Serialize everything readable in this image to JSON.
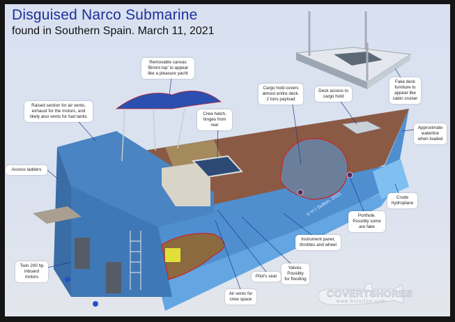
{
  "title": "Disguised Narco Submarine",
  "subtitle": "found in Southern Spain. March 11, 2021",
  "labels": {
    "canvas_top": "Removable canvas 'Bimini top' to appear like a pleasure yacht",
    "raised_section": "Raised section for air vents, exhaust for the motors, and likely also vents for fuel tanks",
    "crew_hatch": "Crew hatch, hinges from rear",
    "access_ladders": "Access ladders",
    "cargo_hold": "Cargo hold covers almost entire deck. 2 tons payload",
    "deck_access": "Deck access to cargo hold",
    "fake_furniture": "Fake deck furniture to appear like cabin cruiser",
    "waterline": "Approximate waterline when loaded",
    "hydroplane": "Crude hydroplane",
    "porthole": "Porthole. Possibly some are fake",
    "instrument_panel": "Instrument panel, throttles and wheel",
    "valves": "Valves. Possibly for flooding",
    "pilot_seat": "Pilot's seat",
    "air_vents": "Air vents for crew space",
    "motors": "Twin 200 hp inboard motors"
  },
  "copyright": "© H I Sutton, 2021",
  "logo": {
    "name": "COVERTSHORES",
    "url": "www.hisutton.com"
  },
  "colors": {
    "title": "#1c2f9a",
    "hull": "#4f8fd0",
    "deck": "#8a5a45",
    "canopy": "#2b4fb0"
  }
}
